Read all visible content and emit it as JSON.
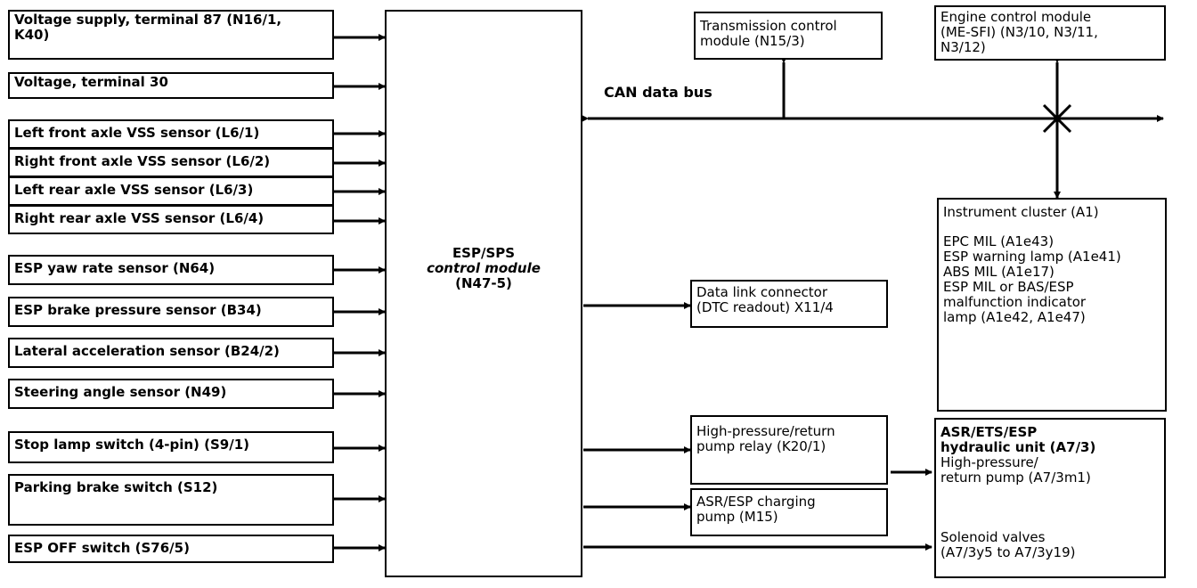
{
  "inputs": [
    {
      "id": "in-voltage-87",
      "lines": [
        "Voltage supply, terminal 87 (N16/1,",
        "K40)"
      ]
    },
    {
      "id": "in-voltage-30",
      "lines": [
        "Voltage, terminal 30"
      ]
    },
    {
      "id": "in-lf-vss",
      "lines": [
        "Left front axle VSS sensor (L6/1)"
      ]
    },
    {
      "id": "in-rf-vss",
      "lines": [
        "Right front axle VSS sensor (L6/2)"
      ]
    },
    {
      "id": "in-lr-vss",
      "lines": [
        "Left rear axle VSS sensor (L6/3)"
      ]
    },
    {
      "id": "in-rr-vss",
      "lines": [
        "Right rear axle VSS sensor (L6/4)"
      ]
    },
    {
      "id": "in-yaw",
      "lines": [
        "ESP yaw rate sensor (N64)"
      ]
    },
    {
      "id": "in-brake-pressure",
      "lines": [
        "ESP brake pressure sensor (B34)"
      ]
    },
    {
      "id": "in-lateral",
      "lines": [
        "Lateral acceleration sensor (B24/2)"
      ]
    },
    {
      "id": "in-steering",
      "lines": [
        "Steering angle sensor (N49)"
      ]
    },
    {
      "id": "in-stop-lamp",
      "lines": [
        "Stop lamp switch (4-pin) (S9/1)"
      ]
    },
    {
      "id": "in-parking",
      "lines": [
        "Parking brake switch (S12)"
      ]
    },
    {
      "id": "in-esp-off",
      "lines": [
        "ESP OFF switch (S76/5)"
      ]
    }
  ],
  "control_module": {
    "line1": "ESP/SPS",
    "line2": "control module",
    "line3": "(N47-5)"
  },
  "can_label": "CAN data bus",
  "tcm": {
    "lines": [
      "Transmission control",
      "module (N15/3)"
    ]
  },
  "ecm": {
    "lines": [
      "Engine control module",
      "(ME-SFI) (N3/10, N3/11,",
      "N3/12)"
    ]
  },
  "cluster": {
    "title": "Instrument cluster (A1)",
    "items": [
      "EPC MIL (A1e43)",
      "ESP warning lamp (A1e41)",
      "ABS MIL (A1e17)",
      "ESP MIL or BAS/ESP",
      "malfunction indicator",
      "lamp (A1e42, A1e47)"
    ]
  },
  "dlc": {
    "lines": [
      "Data link connector",
      "(DTC readout) X11/4"
    ]
  },
  "relay": {
    "lines": [
      "High-pressure/return",
      "pump relay (K20/1)"
    ]
  },
  "charging": {
    "lines": [
      "ASR/ESP charging",
      "pump (M15)"
    ]
  },
  "hydraulic": {
    "bold": [
      "ASR/ETS/ESP",
      "hydraulic unit (A7/3)"
    ],
    "normal": [
      "High-pressure/",
      "return pump (A7/3m1)"
    ],
    "valves": [
      "Solenoid valves",
      "(A7/3y5 to A7/3y19)"
    ]
  }
}
